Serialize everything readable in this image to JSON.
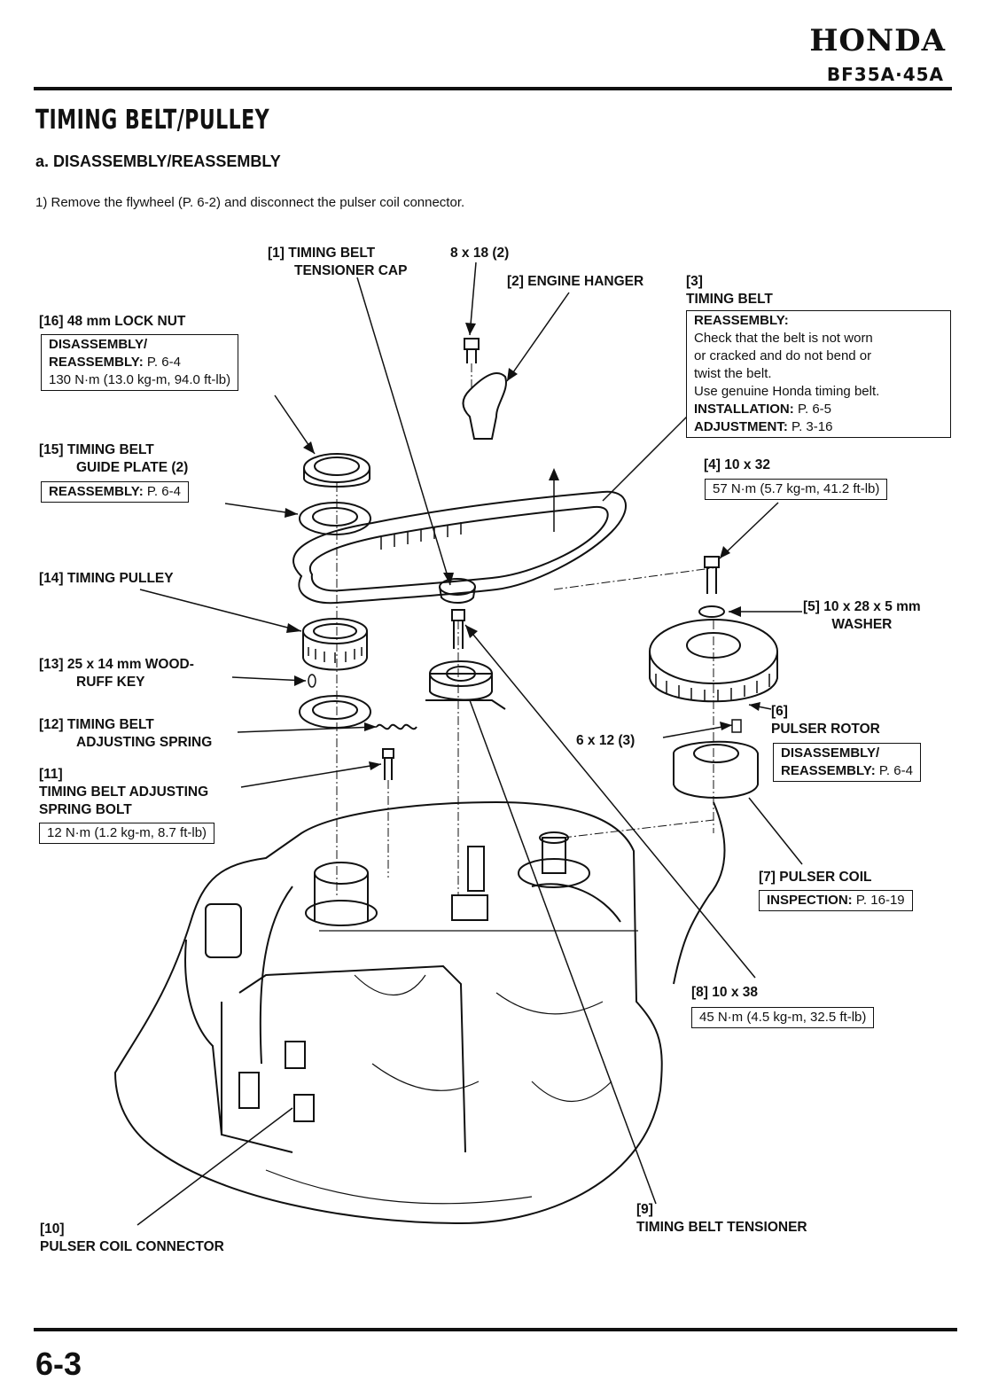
{
  "header": {
    "brand": "HONDA",
    "model": "BF35A·45A"
  },
  "page": {
    "title": "TIMING BELT/PULLEY",
    "subtitle": "a. DISASSEMBLY/REASSEMBLY",
    "step_1": "1) Remove the flywheel (P. 6-2) and disconnect the pulser coil connector.",
    "page_number": "6-3"
  },
  "callouts": {
    "c1": {
      "num": "[1]",
      "line1": "TIMING BELT",
      "line2": "TENSIONER CAP"
    },
    "bolt_8x18": "8 x 18 (2)",
    "c2": {
      "num": "[2]",
      "text": "ENGINE HANGER"
    },
    "c3": {
      "num": "[3]",
      "text": "TIMING BELT",
      "box": {
        "h1": "REASSEMBLY:",
        "l1": "Check that the belt is not worn",
        "l2": "or cracked and do not bend or",
        "l3": "twist the belt.",
        "l4": "Use genuine Honda timing belt.",
        "inst_k": "INSTALLATION:",
        "inst_v": "P. 6-5",
        "adj_k": "ADJUSTMENT:",
        "adj_v": "P. 3-16"
      }
    },
    "c4": {
      "num": "[4]",
      "text": "10 x 32",
      "torque": "57 N·m (5.7 kg-m, 41.2 ft-lb)"
    },
    "c5": {
      "num": "[5]",
      "line1": "10 x 28 x 5 mm",
      "line2": "WASHER"
    },
    "c6": {
      "num": "[6]",
      "text": "PULSER ROTOR",
      "box_l1": "DISASSEMBLY/",
      "box_k": "REASSEMBLY:",
      "box_v": "P. 6-4"
    },
    "bolt_6x12": "6 x 12 (3)",
    "c7": {
      "num": "[7]",
      "text": "PULSER COIL",
      "box_k": "INSPECTION:",
      "box_v": "P. 16-19"
    },
    "c8": {
      "num": "[8]",
      "text": "10 x 38",
      "torque": "45 N·m (4.5 kg-m, 32.5 ft-lb)"
    },
    "c9": {
      "num": "[9]",
      "text": "TIMING BELT TENSIONER"
    },
    "c10": {
      "num": "[10]",
      "text": "PULSER COIL CONNECTOR"
    },
    "c11": {
      "num": "[11]",
      "line1": "TIMING BELT ADJUSTING",
      "line2": "SPRING BOLT",
      "torque": "12 N·m (1.2 kg-m, 8.7 ft-lb)"
    },
    "c12": {
      "num": "[12]",
      "line1": "TIMING BELT",
      "line2": "ADJUSTING SPRING"
    },
    "c13": {
      "num": "[13]",
      "line1": "25 x 14 mm WOOD-",
      "line2": "RUFF KEY"
    },
    "c14": {
      "num": "[14]",
      "text": "TIMING PULLEY"
    },
    "c15": {
      "num": "[15]",
      "line1": "TIMING BELT",
      "line2": "GUIDE PLATE (2)",
      "box_k": "REASSEMBLY:",
      "box_v": "P. 6-4"
    },
    "c16": {
      "num": "[16]",
      "text": "48 mm LOCK NUT",
      "box_l1": "DISASSEMBLY/",
      "box_k": "REASSEMBLY:",
      "box_v": "P. 6-4",
      "torque": "130 N·m (13.0 kg-m, 94.0 ft-lb)"
    }
  }
}
